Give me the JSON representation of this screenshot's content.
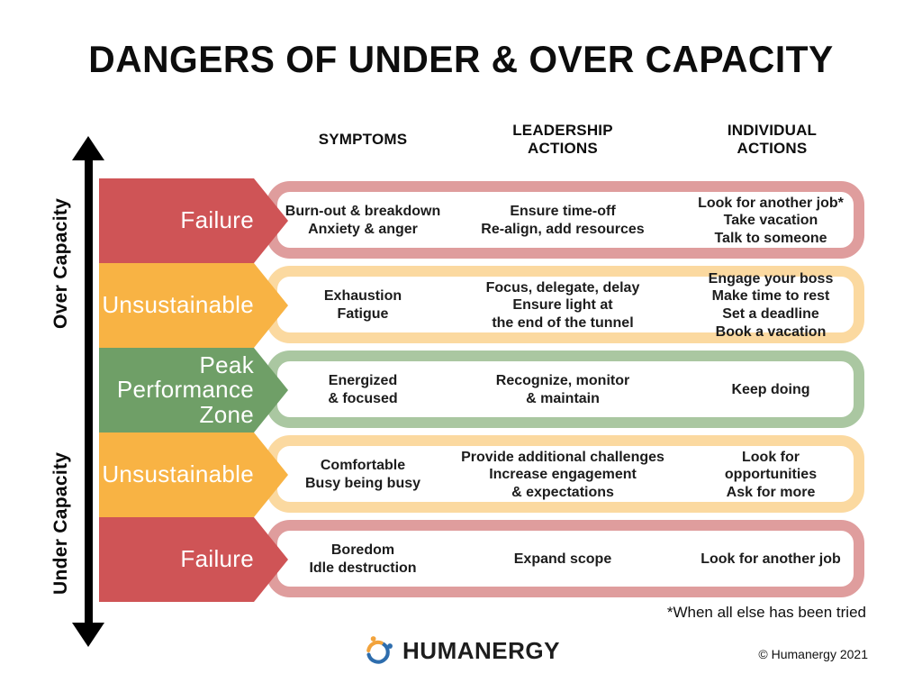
{
  "title": "DANGERS OF UNDER & OVER CAPACITY",
  "columns": {
    "symptoms": "SYMPTOMS",
    "leadership": "LEADERSHIP\nACTIONS",
    "individual": "INDIVIDUAL\nACTIONS"
  },
  "axis": {
    "over_label": "Over Capacity",
    "under_label": "Under Capacity",
    "arrow_color": "#000000"
  },
  "rows": [
    {
      "label": "Failure",
      "zone": "Over Capacity",
      "chevron_color": "#cf5456",
      "band_color": "#df9d9d",
      "symptoms": "Burn-out & breakdown\nAnxiety & anger",
      "leadership": "Ensure time-off\nRe-align, add resources",
      "individual": "Look for another job*\nTake vacation\nTalk to someone"
    },
    {
      "label": "Unsustainable",
      "zone": "Over Capacity",
      "chevron_color": "#f8b344",
      "band_color": "#fbd9a0",
      "symptoms": "Exhaustion\nFatigue",
      "leadership": "Focus, delegate, delay\nEnsure light at\nthe end of the tunnel",
      "individual": "Engage your boss\nMake time to rest\nSet a deadline\nBook a vacation"
    },
    {
      "label": "Peak\nPerformance\nZone",
      "zone": "Peak",
      "chevron_color": "#6f9f67",
      "band_color": "#aac7a1",
      "symptoms": "Energized\n& focused",
      "leadership": "Recognize, monitor\n& maintain",
      "individual": "Keep doing"
    },
    {
      "label": "Unsustainable",
      "zone": "Under Capacity",
      "chevron_color": "#f8b344",
      "band_color": "#fbd9a0",
      "symptoms": "Comfortable\nBusy being busy",
      "leadership": "Provide additional challenges\nIncrease engagement\n& expectations",
      "individual": "Look for\nopportunities\nAsk for more"
    },
    {
      "label": "Failure",
      "zone": "Under Capacity",
      "chevron_color": "#cf5456",
      "band_color": "#df9d9d",
      "symptoms": "Boredom\nIdle destruction",
      "leadership": "Expand scope",
      "individual": "Look for another job"
    }
  ],
  "footnote": "*When all else has been tried",
  "footer": {
    "brand": "HUMANERGY",
    "copyright": "© Humanergy 2021",
    "logo_orange": "#f2a33c",
    "logo_blue": "#2e6dad"
  }
}
